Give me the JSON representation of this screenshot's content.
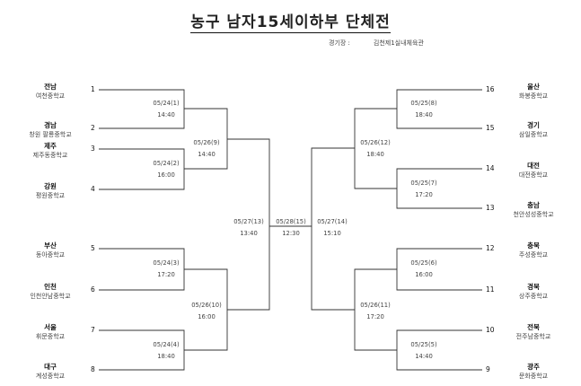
{
  "header": {
    "title": "농구 남자15세이하부 단체전",
    "venue_label": "경기장 :",
    "venue_value": "김천제1실내체육관"
  },
  "left_teams": [
    {
      "seed": "1",
      "region": "전남",
      "school": "여천중학교"
    },
    {
      "seed": "2",
      "region": "경남",
      "school": "창원 팔룡중학교"
    },
    {
      "seed": "3",
      "region": "제주",
      "school": "제주동중학교"
    },
    {
      "seed": "4",
      "region": "강원",
      "school": "평원중학교"
    },
    {
      "seed": "5",
      "region": "부산",
      "school": "동아중학교"
    },
    {
      "seed": "6",
      "region": "인천",
      "school": "인천안남중학교"
    },
    {
      "seed": "7",
      "region": "서울",
      "school": "휘문중학교"
    },
    {
      "seed": "8",
      "region": "대구",
      "school": "계성중학교"
    }
  ],
  "right_teams": [
    {
      "seed": "16",
      "region": "울산",
      "school": "화봉중학교"
    },
    {
      "seed": "15",
      "region": "경기",
      "school": "삼일중학교"
    },
    {
      "seed": "14",
      "region": "대전",
      "school": "대전중학교"
    },
    {
      "seed": "13",
      "region": "충남",
      "school": "천안성성중학교"
    },
    {
      "seed": "12",
      "region": "충북",
      "school": "주성중학교"
    },
    {
      "seed": "11",
      "region": "경북",
      "school": "상주중학교"
    },
    {
      "seed": "10",
      "region": "전북",
      "school": "전주남중학교"
    },
    {
      "seed": "9",
      "region": "광주",
      "school": "문화중학교"
    }
  ],
  "matches": {
    "m1": {
      "date": "05/24(1)",
      "time": "14:40"
    },
    "m2": {
      "date": "05/24(2)",
      "time": "16:00"
    },
    "m3": {
      "date": "05/24(3)",
      "time": "17:20"
    },
    "m4": {
      "date": "05/24(4)",
      "time": "18:40"
    },
    "m5": {
      "date": "05/25(5)",
      "time": "14:40"
    },
    "m6": {
      "date": "05/25(6)",
      "time": "16:00"
    },
    "m7": {
      "date": "05/25(7)",
      "time": "17:20"
    },
    "m8": {
      "date": "05/25(8)",
      "time": "18:40"
    },
    "m9": {
      "date": "05/26(9)",
      "time": "14:40"
    },
    "m10": {
      "date": "05/26(10)",
      "time": "16:00"
    },
    "m11": {
      "date": "05/26(11)",
      "time": "17:20"
    },
    "m12": {
      "date": "05/26(12)",
      "time": "18:40"
    },
    "m13": {
      "date": "05/27(13)",
      "time": "13:40"
    },
    "m14": {
      "date": "05/27(14)",
      "time": "15:10"
    },
    "m15": {
      "date": "05/28(15)",
      "time": "12:30"
    }
  }
}
